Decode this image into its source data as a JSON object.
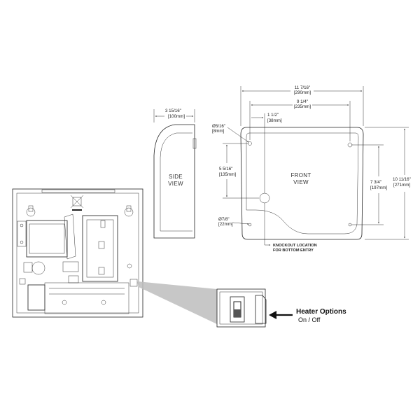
{
  "side_view": {
    "width_in": "3 15/16\"",
    "width_mm": "[100mm]",
    "label_line1": "SIDE",
    "label_line2": "VIEW"
  },
  "front_view": {
    "label_line1": "FRONT",
    "label_line2": "VIEW",
    "overall_width_in": "11 7/16\"",
    "overall_width_mm": "[290mm]",
    "hole_spacing_in": "9 1/4\"",
    "hole_spacing_mm": "[235mm]",
    "knockout_offset_in": "1 1/2\"",
    "knockout_offset_mm": "[38mm]",
    "top_hole_dia_in": "Ø5/16\"",
    "top_hole_dia_mm": "[8mm]",
    "left_height_in": "5 5/16\"",
    "left_height_mm": "[135mm]",
    "bottom_hole_dia_in": "Ø7/8\"",
    "bottom_hole_dia_mm": "[22mm]",
    "hole_vertical_in": "7 3/4\"",
    "hole_vertical_mm": "[197mm]",
    "overall_height_in": "10 11/16\"",
    "overall_height_mm": "[271mm]",
    "knockout_note_line1": "KNOCKOUT LOCATION",
    "knockout_note_line2": "FOR BOTTOM ENTRY"
  },
  "heater": {
    "title": "Heater Options",
    "subtitle": "On / Off"
  },
  "colors": {
    "line": "#222222",
    "callout_fill": "#bdbdbd"
  }
}
